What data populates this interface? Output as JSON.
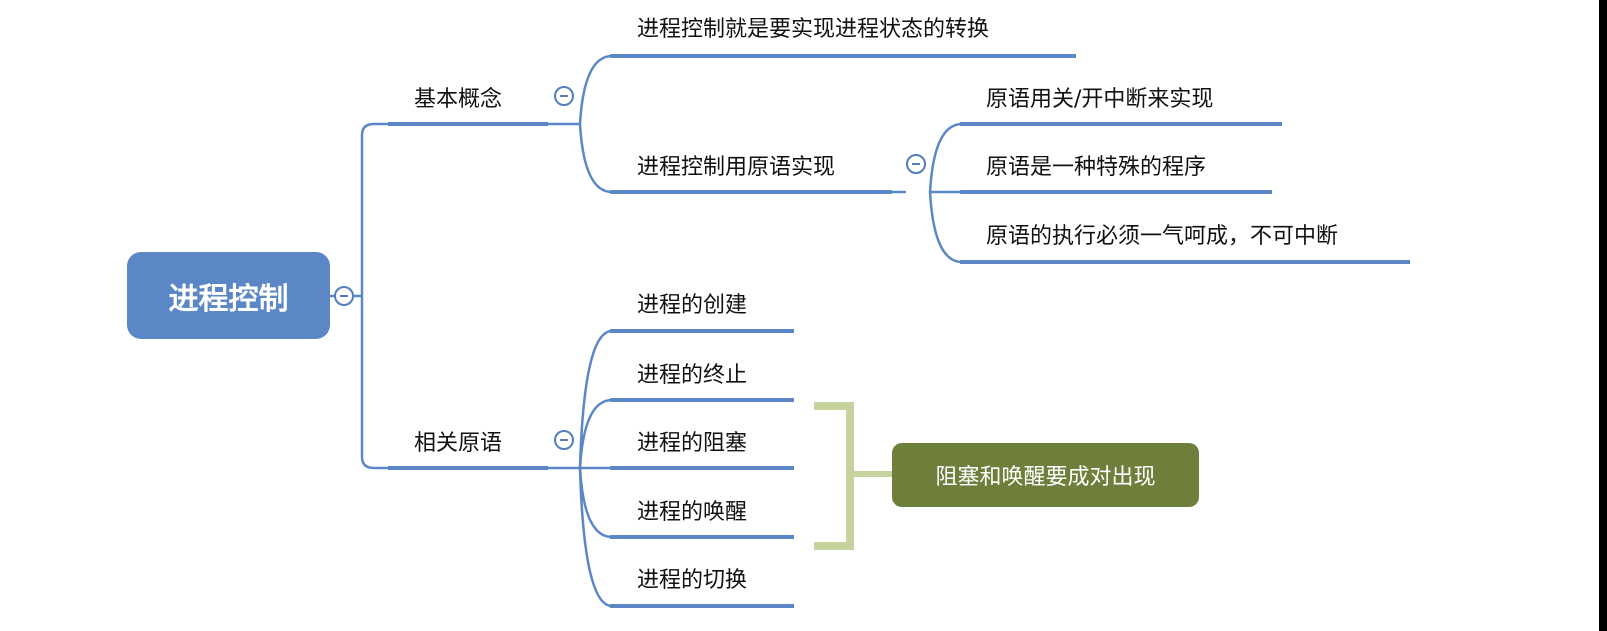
{
  "root": {
    "label": "进程控制"
  },
  "branches": [
    {
      "label": "基本概念",
      "children": [
        {
          "label": "进程控制就是要实现进程状态的转换"
        },
        {
          "label": "进程控制用原语实现",
          "children": [
            {
              "label": "原语用关/开中断来实现"
            },
            {
              "label": "原语是一种特殊的程序"
            },
            {
              "label": "原语的执行必须一气呵成，不可中断"
            }
          ]
        }
      ]
    },
    {
      "label": "相关原语",
      "children": [
        {
          "label": "进程的创建"
        },
        {
          "label": "进程的终止"
        },
        {
          "label": "进程的阻塞"
        },
        {
          "label": "进程的唤醒"
        },
        {
          "label": "进程的切换"
        }
      ]
    }
  ],
  "note": {
    "label": "阻塞和唤醒要成对出现"
  },
  "colors": {
    "line": "#5b87c7",
    "root_bg": "#5b87c7",
    "note_bg": "#6d7f3b",
    "bracket": "#c7d39d"
  }
}
